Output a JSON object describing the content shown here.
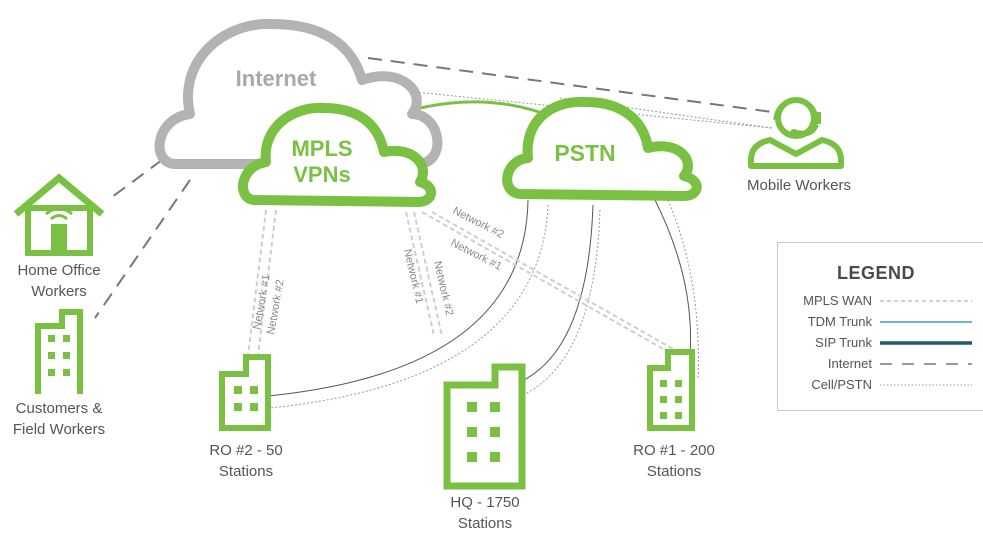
{
  "clouds": {
    "internet": "Internet",
    "mpls_line1": "MPLS",
    "mpls_line2": "VPNs",
    "pstn": "PSTN"
  },
  "users": {
    "mobile": "Mobile Workers",
    "home_line1": "Home Office",
    "home_line2": "Workers",
    "customers_line1": "Customers &",
    "customers_line2": "Field Workers"
  },
  "sites": {
    "ro2_line1": "RO #2 - 50",
    "ro2_line2": "Stations",
    "hq_line1": "HQ - 1750",
    "hq_line2": "Stations",
    "ro1_line1": "RO #1 - 200",
    "ro1_line2": "Stations"
  },
  "network_labels": {
    "n1": "Network #1",
    "n2": "Network #2"
  },
  "legend": {
    "title": "LEGEND",
    "items": [
      "MPLS WAN",
      "TDM Trunk",
      "SIP Trunk",
      "Internet",
      "Cell/PSTN"
    ]
  },
  "colors": {
    "green": "#7ac143",
    "internet_cloud": "#b3b3b3",
    "tdm": "#3d9fb5",
    "sip": "#1f5a6b"
  }
}
